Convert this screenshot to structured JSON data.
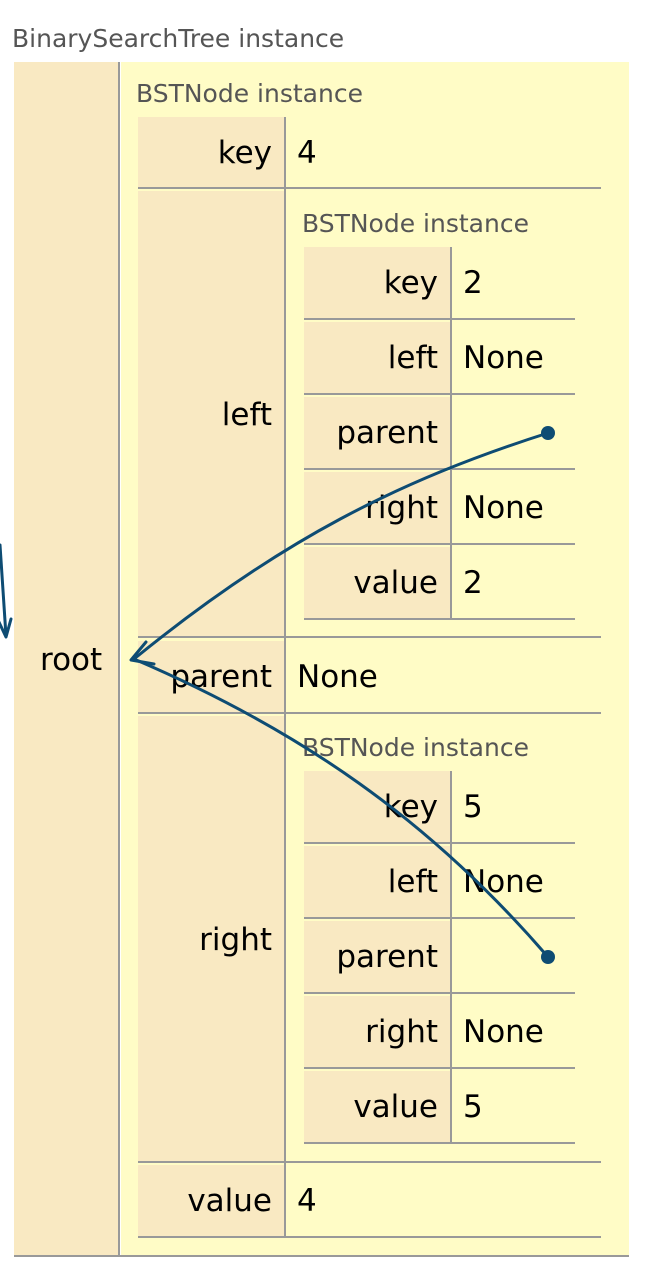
{
  "tree": {
    "caption": "BinarySearchTree instance",
    "root_label": "root"
  },
  "root_node": {
    "caption": "BSTNode instance",
    "key_label": "key",
    "key_value": "4",
    "left_label": "left",
    "parent_label": "parent",
    "parent_value": "None",
    "right_label": "right",
    "value_label": "value",
    "value_value": "4"
  },
  "left_node": {
    "caption": "BSTNode instance",
    "key_label": "key",
    "key_value": "2",
    "left_label": "left",
    "left_value": "None",
    "parent_label": "parent",
    "right_label": "right",
    "right_value": "None",
    "value_label": "value",
    "value_value": "2"
  },
  "right_node": {
    "caption": "BSTNode instance",
    "key_label": "key",
    "key_value": "5",
    "left_label": "left",
    "left_value": "None",
    "parent_label": "parent",
    "right_label": "right",
    "right_value": "None",
    "value_label": "value",
    "value_value": "5"
  },
  "colors": {
    "arrow": "#0e4c73",
    "key_bg": "#f9e9c2",
    "value_bg": "#fffcc6",
    "caption": "#555555"
  }
}
